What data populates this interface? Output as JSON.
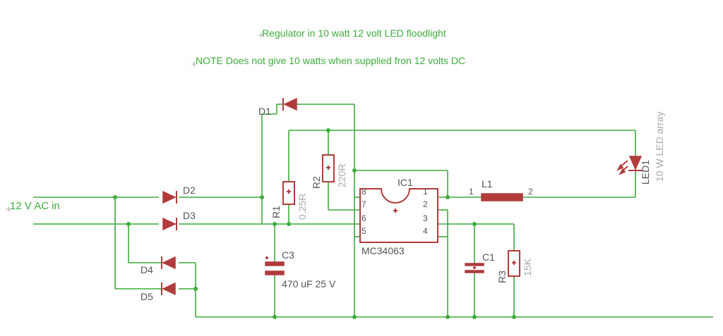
{
  "notes": {
    "title": "Regulator in 10 watt 12 volt LED floodlight",
    "note": "NOTE Does not give 10 watts when supplied fron 12 volts DC"
  },
  "input": {
    "label": "12 V AC in"
  },
  "diodes": {
    "d1": "D1",
    "d2": "D2",
    "d3": "D3",
    "d4": "D4",
    "d5": "D5"
  },
  "resistors": {
    "r1": {
      "name": "R1",
      "value": "0.25R"
    },
    "r2": {
      "name": "R2",
      "value": "220R"
    },
    "r3": {
      "name": "R3",
      "value": "15K"
    }
  },
  "capacitors": {
    "c1": {
      "name": "C1"
    },
    "c3": {
      "name": "C3",
      "value": "470 uF 25 V"
    }
  },
  "ic": {
    "name": "IC1",
    "part": "MC34063",
    "pins": [
      "1",
      "2",
      "3",
      "4",
      "5",
      "6",
      "7",
      "8"
    ]
  },
  "inductor": {
    "name": "L1",
    "pin1": "1",
    "pin2": "2"
  },
  "led": {
    "name": "LED1",
    "value": "10 W LED array"
  },
  "colors": {
    "wire": "#3dac3d",
    "part": "#b13b3b",
    "label": "#555555"
  }
}
